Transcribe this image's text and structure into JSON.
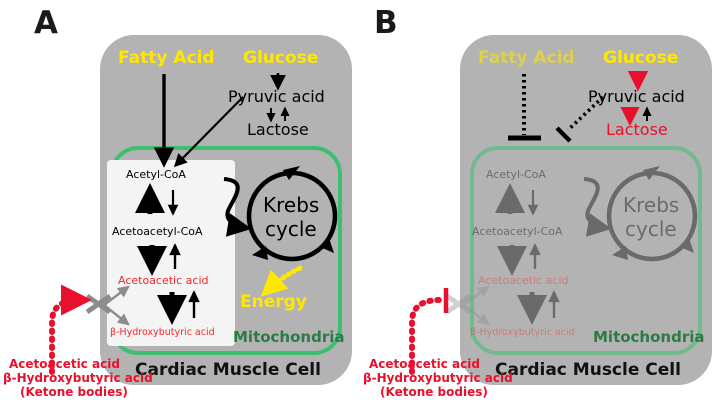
{
  "figure": {
    "type": "biological-pathway-diagram",
    "subject": "Cardiac muscle cell ketone body and glucose metabolism",
    "panel_count": 2
  },
  "colors": {
    "cell_fill": "#b3b3b3",
    "mitochondria_membrane": "#3dbf6e",
    "mitochondria_label": "#2d7a45",
    "box_fill": "#f4f4f4",
    "yellow": "#ffe800",
    "red": "#f0282d",
    "red_bold": "#e8112d",
    "black": "#000000",
    "grey_arrow": "#8c8c8c",
    "page_background": "#ffffff"
  },
  "panelA": {
    "letter": "A",
    "cell_label": "Cardiac Muscle Cell",
    "mitochondria_label": "Mitochondria",
    "substrates": {
      "fatty_acid": "Fatty Acid",
      "glucose": "Glucose",
      "pyruvic_acid": "Pyruvic acid",
      "lactose": "Lactose"
    },
    "ketone_pathway": [
      {
        "name": "Acetyl-CoA",
        "color": "black"
      },
      {
        "name": "Acetoacetyl-CoA",
        "color": "black"
      },
      {
        "name": "Acetoacetic acid",
        "color": "red"
      },
      {
        "name": "β-Hydroxybutyric acid",
        "color": "red"
      }
    ],
    "krebs_label_line1": "Krebs",
    "krebs_label_line2": "cycle",
    "energy_label": "Energy",
    "external_ketones": [
      "Acetoacetic acid",
      "β-Hydroxybutyric acid",
      "(Ketone bodies)"
    ],
    "state": "normal-uptake-active"
  },
  "panelB": {
    "letter": "B",
    "cell_label": "Cardiac Muscle Cell",
    "mitochondria_label": "Mitochondria",
    "substrates": {
      "fatty_acid": "Fatty Acid",
      "glucose": "Glucose",
      "pyruvic_acid": "Pyruvic acid",
      "lactose": "Lactose"
    },
    "ketone_pathway": [
      {
        "name": "Acetyl-CoA",
        "color": "grey"
      },
      {
        "name": "Acetoacetyl-CoA",
        "color": "grey"
      },
      {
        "name": "Acetoacetic acid",
        "color": "faded-red"
      },
      {
        "name": "β-Hydroxybutyric acid",
        "color": "faded-red"
      }
    ],
    "krebs_label_line1": "Krebs",
    "krebs_label_line2": "cycle",
    "external_ketones": [
      "Acetoacetic acid",
      "β-Hydroxybutyric acid",
      "(Ketone bodies)"
    ],
    "state": "inhibited",
    "inhibitions": [
      "fatty-acid-uptake-blocked",
      "pyruvic-acid-to-acetyl-coa-blocked",
      "ketone-body-uptake-blocked"
    ],
    "upregulated": [
      "glucose-to-pyruvic-acid",
      "pyruvic-acid-to-lactose",
      "lactose"
    ]
  }
}
